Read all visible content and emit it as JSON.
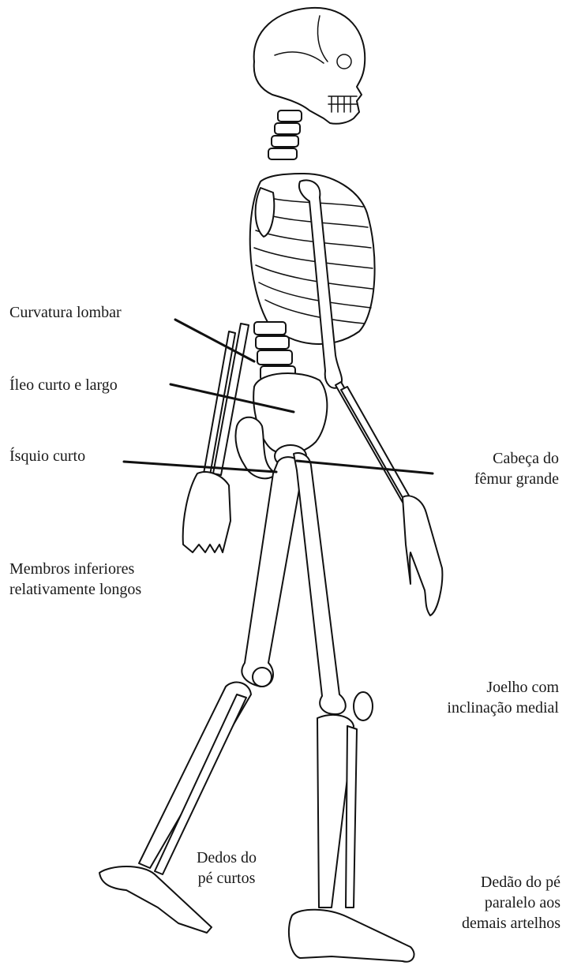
{
  "labels": {
    "curvatura_lombar": "Curvatura lombar",
    "ileo": "Íleo curto e largo",
    "isquio": "Ísquio curto",
    "cabeca_femur_1": "Cabeça do",
    "cabeca_femur_2": "fêmur grande",
    "membros_1": "Membros inferiores",
    "membros_2": "relativamente longos",
    "joelho_1": "Joelho com",
    "joelho_2": "inclinação medial",
    "dedos_1": "Dedos do",
    "dedos_2": "pé curtos",
    "dedao_1": "Dedão do pé",
    "dedao_2": "paralelo aos",
    "dedao_3": "demais artelhos"
  }
}
